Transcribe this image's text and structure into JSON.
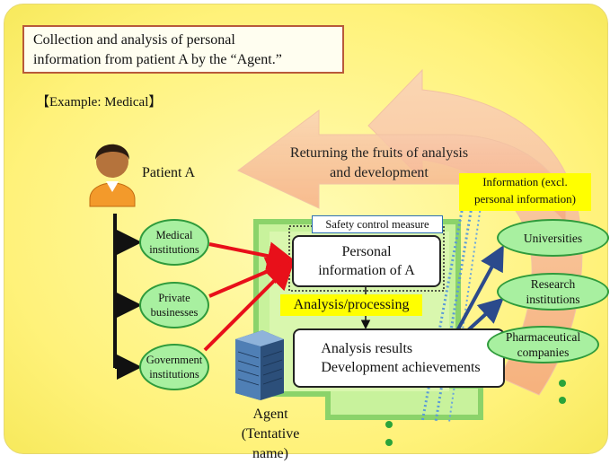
{
  "title": "Collection and analysis of  personal\ninformation from patient A by the “Agent.”",
  "example": "【Example: Medical】",
  "return_arrow_text": "Returning the fruits of  analysis\nand development",
  "info_label": "Information (excl.\npersonal information)",
  "patient_label": "Patient A",
  "sources": [
    "Medical\ninstitutions",
    "Private\nbusinesses",
    "Government\ninstitutions"
  ],
  "safety_label": "Safety control measure",
  "personal_info": "Personal\ninformation of  A",
  "analysis_label": "Analysis/processing",
  "results": "Analysis results\nDevelopment achievements",
  "agent_label": "Agent\n(Tentative name)",
  "destinations": [
    "Universities",
    "Research\ninstitutions",
    "Pharmaceutical\ncompanies"
  ],
  "colors": {
    "background": "#fff27a",
    "title_border": "#b85a3a",
    "node_fill": "#a8f0a0",
    "node_border": "#2f9b3c",
    "red_arrow": "#e8101a",
    "blue_arrow": "#2b4a8c",
    "highlight": "#ffff00",
    "curved_arrow": "#f7b58f"
  }
}
